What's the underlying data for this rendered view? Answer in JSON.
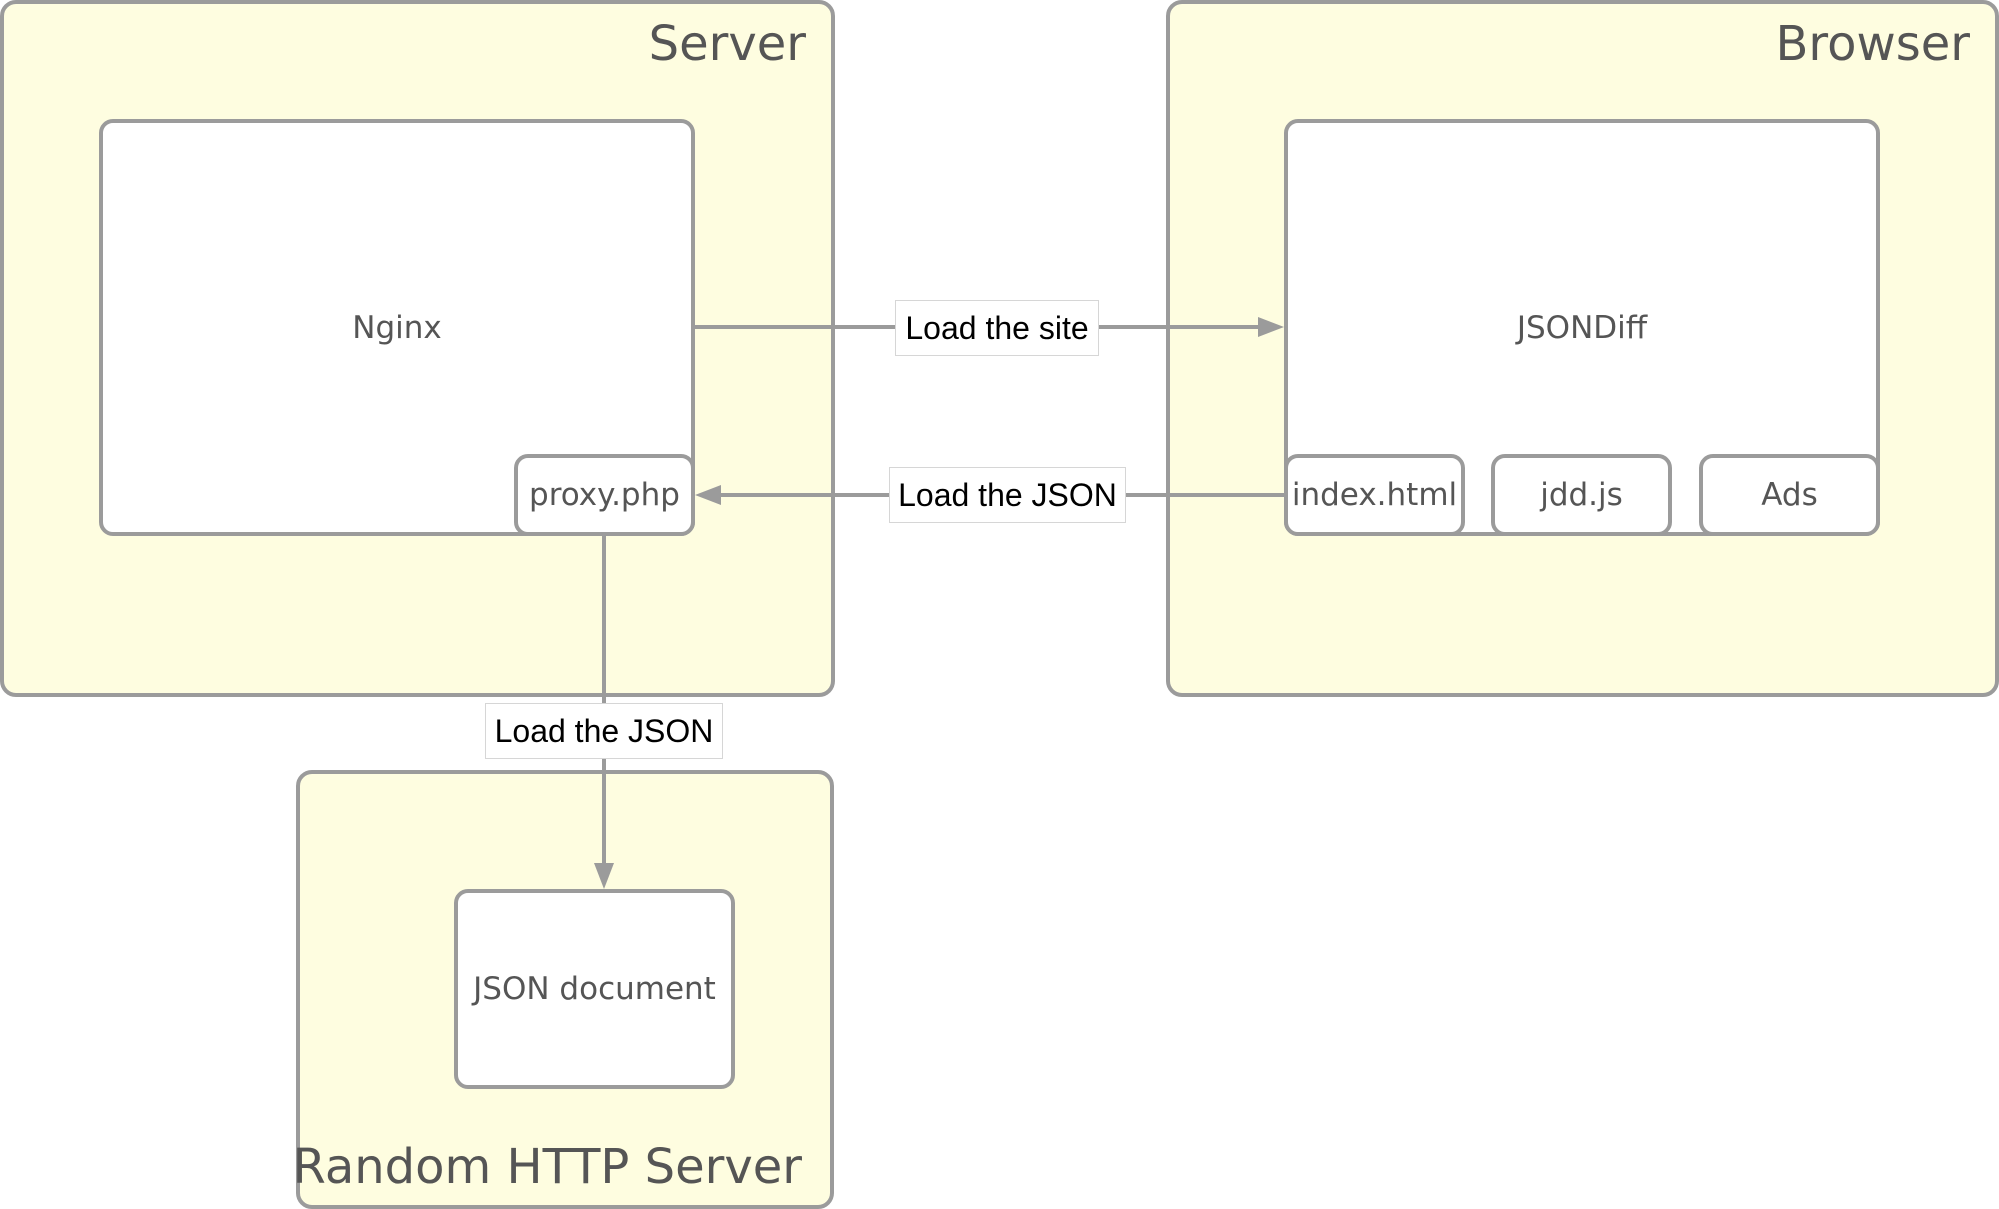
{
  "groups": {
    "server": {
      "title": "Server"
    },
    "browser": {
      "title": "Browser"
    },
    "random_http": {
      "title": "Random HTTP Server"
    }
  },
  "nodes": {
    "nginx": "Nginx",
    "proxy": "proxy.php",
    "jsondiff": "JSONDiff",
    "index_html": "index.html",
    "jdd_js": "jdd.js",
    "ads": "Ads",
    "json_document": "JSON document"
  },
  "edges": {
    "load_site": "Load the site",
    "load_json_browser": "Load the JSON",
    "load_json_remote": "Load the JSON"
  },
  "colors": {
    "group_fill": "#fefde0",
    "border": "#9b9b9b",
    "text": "#555555"
  }
}
